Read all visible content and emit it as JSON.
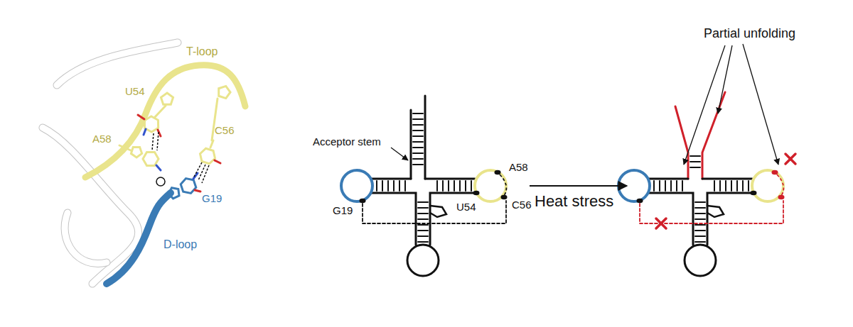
{
  "diagram": {
    "labels": [
      "T-loop",
      "U54",
      "A58",
      "C56",
      "G19",
      "D-loop",
      "Acceptor stem",
      "A58",
      "C56",
      "G19",
      "U54",
      "Heat stress",
      "Partial unfolding"
    ]
  }
}
